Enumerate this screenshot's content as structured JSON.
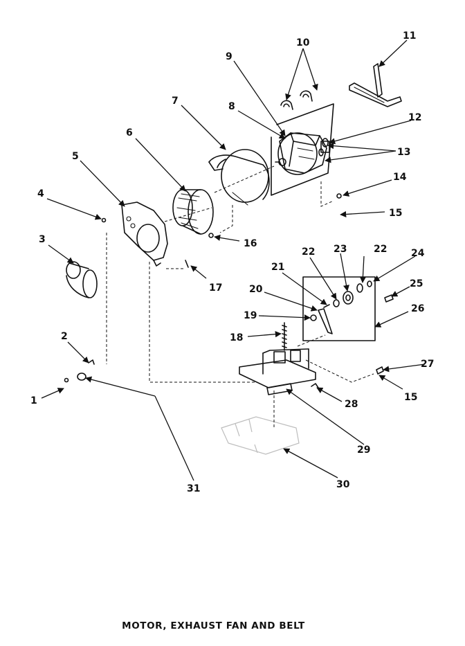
{
  "caption": "MOTOR, EXHAUST FAN AND BELT",
  "callouts": [
    "1",
    "2",
    "3",
    "4",
    "5",
    "6",
    "7",
    "8",
    "9",
    "10",
    "11",
    "12",
    "13",
    "14",
    "15",
    "15",
    "16",
    "17",
    "18",
    "19",
    "20",
    "21",
    "22",
    "22",
    "23",
    "24",
    "25",
    "26",
    "27",
    "28",
    "29",
    "30",
    "31"
  ]
}
